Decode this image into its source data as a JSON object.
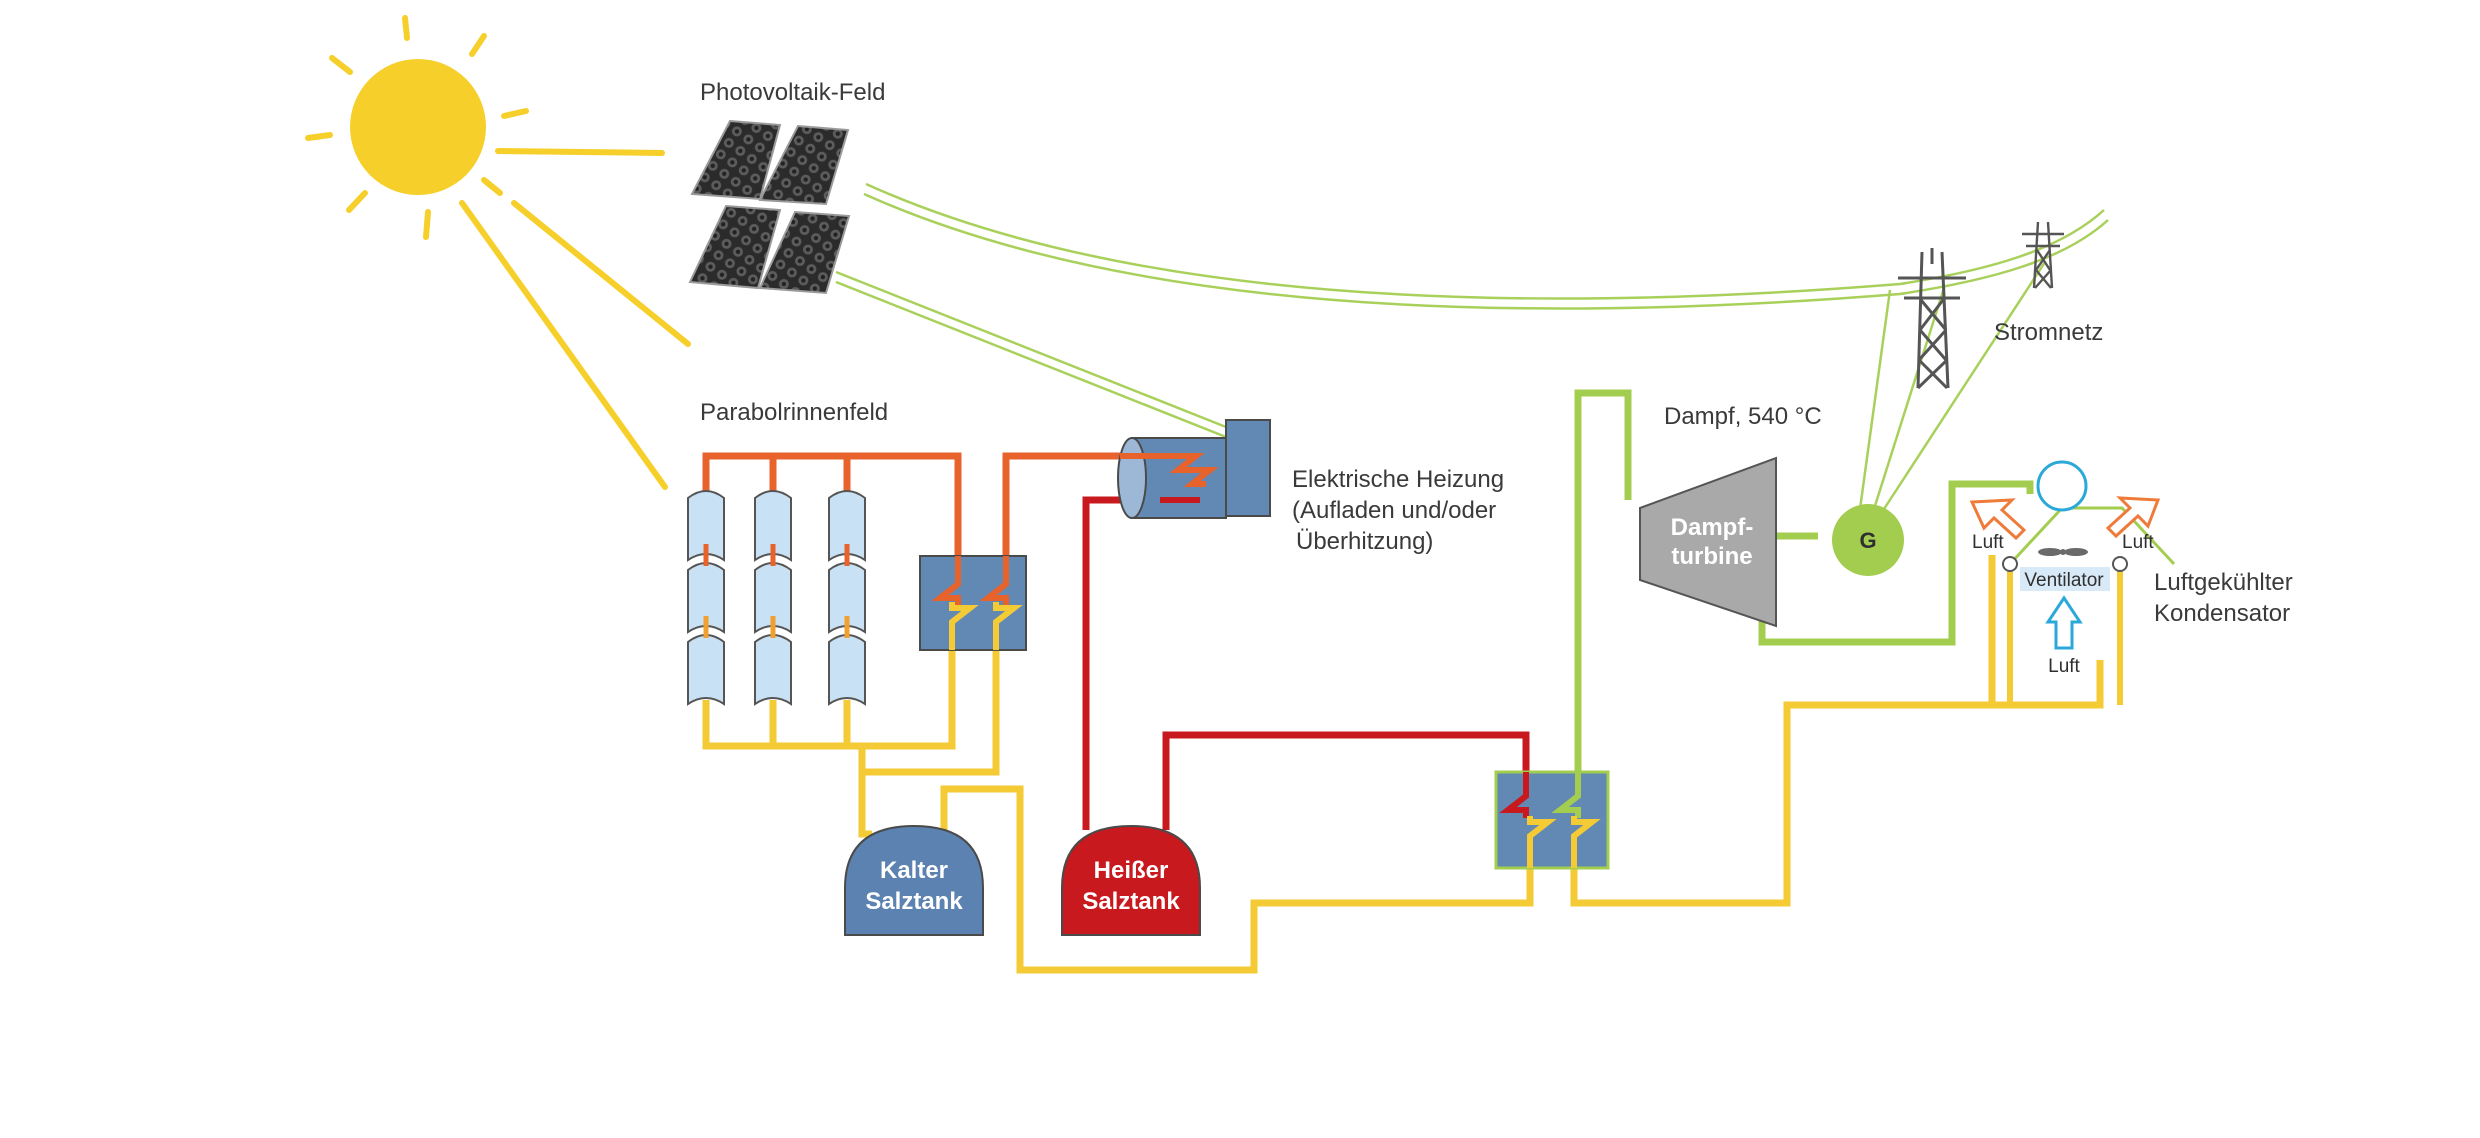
{
  "labels": {
    "pv_field": "Photovoltaik-Feld",
    "trough_field": "Parabolrinnenfeld",
    "heater_1": "Elektrische Heizung",
    "heater_2": "(Aufladen und/oder",
    "heater_3": "Überhitzung)",
    "steam": "Dampf, 540 °C",
    "grid": "Stromnetz",
    "turbine_1": "Dampf-",
    "turbine_2": "turbine",
    "generator": "G",
    "air_left": "Luft",
    "air_right": "Luft",
    "air_bottom": "Luft",
    "fan": "Ventilator",
    "condenser_1": "Luftgekühlter",
    "condenser_2": "Kondensator",
    "cold_tank_1": "Kalter",
    "cold_tank_2": "Salztank",
    "hot_tank_1": "Heißer",
    "hot_tank_2": "Salztank"
  },
  "colors": {
    "sun": "#f6cf2a",
    "cold_salt": "#f4ca35",
    "hot_salt": "#c8191f",
    "htf_hot": "#e8622c",
    "steam": "#a3cd4f",
    "power_line": "#a8d05a",
    "exchanger": "#6288b4",
    "turbine": "#a9a9a9",
    "trough": "#c9e1f4",
    "air_warm": "#ef7b3a",
    "air_cool": "#2aa9d8"
  }
}
